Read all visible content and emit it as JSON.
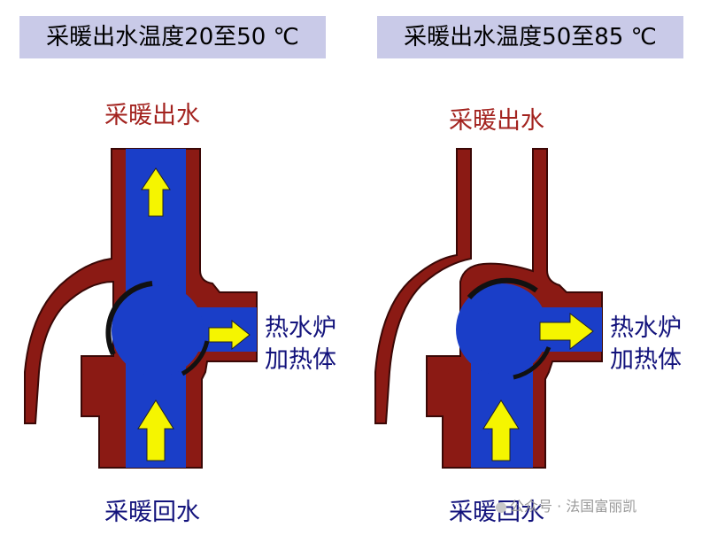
{
  "left": {
    "title": "采暖出水温度20至50 ℃",
    "outlet_label": "采暖出水",
    "side_label_line1": "热水炉",
    "side_label_line2": "加热体",
    "return_label": "采暖回水"
  },
  "right": {
    "title": "采暖出水温度50至85 ℃",
    "outlet_label": "采暖出水",
    "side_label_line1": "热水炉",
    "side_label_line2": "加热体",
    "return_label": "采暖回水"
  },
  "watermark": "公众号 · 法国富丽凯",
  "colors": {
    "body": "#8b1a14",
    "water": "#1a3ec8",
    "arrow": "#f5f500",
    "title_bg": "#c9cae8",
    "label_red": "#a3231f",
    "label_blue": "#13137c"
  },
  "icons": [
    "up-arrow-icon",
    "right-arrow-icon"
  ]
}
